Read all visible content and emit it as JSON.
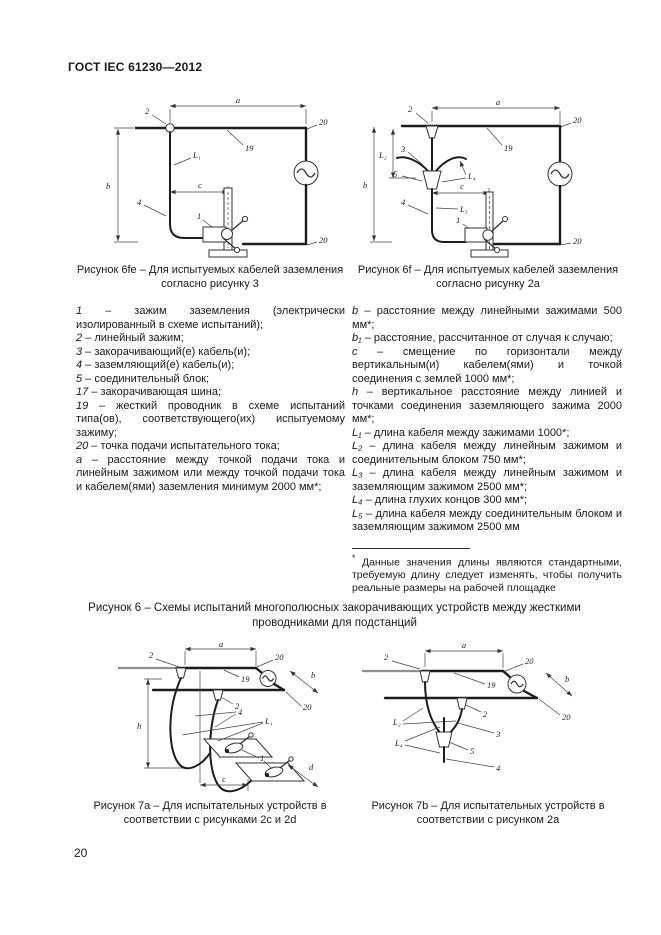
{
  "header": {
    "title": "ГОСТ IEC 61230—2012"
  },
  "page_number": "20",
  "figure6e": {
    "caption": "Рисунок 6fe – Для испытуемых кабелей заземления согласно рисунку 3",
    "labels": {
      "a": "a",
      "n2": "2",
      "n19": "19",
      "n20_top": "20",
      "n20_bottom": "20",
      "L1": "L₁",
      "b": "b",
      "c": "c",
      "n4": "4",
      "n1": "1"
    }
  },
  "figure6f": {
    "caption": "Рисунок 6f – Для испытуемых кабелей заземления согласно рисунку 2a",
    "labels": {
      "a": "a",
      "n2": "2",
      "n3": "3",
      "n5": "5",
      "n19": "19",
      "n20_top": "20",
      "n20_bottom": "20",
      "L2": "L₂",
      "L3": "L₃",
      "L4": "L₄",
      "b": "b",
      "c": "c",
      "n4": "4",
      "n1": "1"
    }
  },
  "legend_left": {
    "items": [
      {
        "key": "1",
        "text": " – зажим заземления (электрически изолированный в схеме испытаний);"
      },
      {
        "key": "2",
        "text": " – линейный зажим;"
      },
      {
        "key": "3",
        "text": " – закорачивающий(е) кабель(и);"
      },
      {
        "key": "4",
        "text": " – заземляющий(е) кабель(и);"
      },
      {
        "key": "5",
        "text": " – соединительный блок;"
      },
      {
        "key": "17",
        "text": " – закорачивающая шина;"
      },
      {
        "key": "19",
        "text": " – жесткий проводник в схеме испытаний типа(ов), соответствующего(их) испытуемому зажиму;"
      },
      {
        "key": "20",
        "text": " – точка подачи испытательного тока;"
      },
      {
        "key": "a",
        "text": " – расстояние между точкой подачи тока и линейным зажимом или между точкой подачи тока и кабелем(ями) заземления минимум 2000 мм*;"
      }
    ]
  },
  "legend_right": {
    "items": [
      {
        "key": "b",
        "text": " – расстояние между линейными зажимами 500 мм*;"
      },
      {
        "key": "b₁",
        "text": " – расстояние, рассчитанное от случая к случаю;"
      },
      {
        "key": "c",
        "text": " – смещение по горизонтали между вертикальным(и) кабелем(ями) и точкой соединения с землей 1000 мм*;"
      },
      {
        "key": "h",
        "text": " – вертикальное расстояние между линией и точками соединения заземляющего зажима 2000 мм*;"
      },
      {
        "key": "L₁",
        "text": " – длина кабеля между зажимами 1000*;"
      },
      {
        "key": "L₂",
        "text": " – длина кабеля между линейным зажимом и соединительным блоком 750 мм*;"
      },
      {
        "key": "L₃",
        "text": " – длина кабеля между линейным зажимом и заземляющим зажимом 2500 мм*;"
      },
      {
        "key": "L₄",
        "text": " – длина глухих концов 300 мм*;"
      },
      {
        "key": "L₅",
        "text": " – длина кабеля между соединительным блоком и заземляющим зажимом 2500 мм"
      }
    ]
  },
  "footnote": {
    "marker": "*",
    "text": " Данные значения длины являются стандартными, требуемую длину следует изменять, чтобы получить реальные размеры на рабочей площадке"
  },
  "figure6_caption": "Рисунок 6 – Схемы испытаний многополюсных закорачивающих устройств между жесткими проводниками для подстанций",
  "figure7a": {
    "caption": "Рисунок 7a – Для испытательных устройств в соответствии с рисунками 2c и 2d",
    "labels": {
      "a": "a",
      "n2_top": "2",
      "n2_mid": "2",
      "n19": "19",
      "n20_top": "20",
      "n20_bottom": "20",
      "b": "b",
      "h": "h",
      "n4": "4",
      "L1": "L₁",
      "n1": "1",
      "c": "c",
      "d": "d"
    }
  },
  "figure7b": {
    "caption": "Рисунок 7b – Для испытательных устройств в соответствии с рисунком 2a",
    "labels": {
      "a": "a",
      "n2_top": "2",
      "n2_mid": "2",
      "n19": "19",
      "n20_top": "20",
      "n20_bottom": "20",
      "b": "b",
      "L2": "L₂",
      "n3": "3",
      "L4": "L₄",
      "n5": "5",
      "n4": "4"
    }
  }
}
